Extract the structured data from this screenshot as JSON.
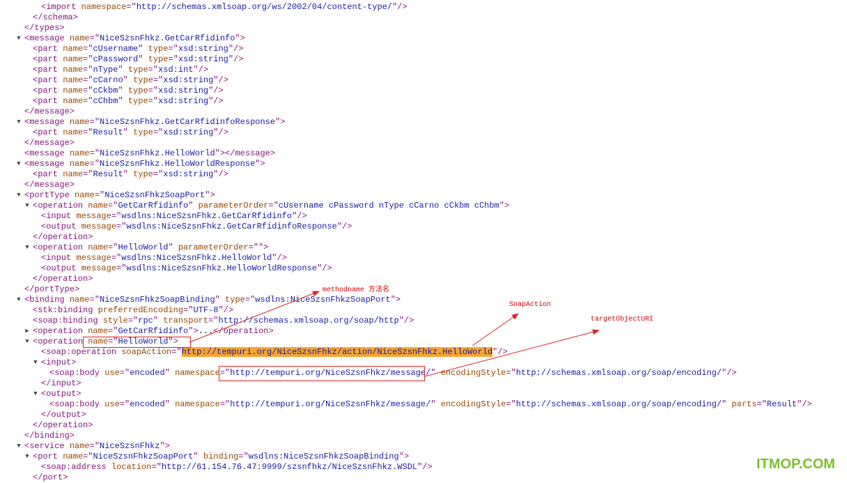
{
  "lines": [
    {
      "indent": 2,
      "toggle": "",
      "parts": [
        [
          "tag",
          "<import "
        ],
        [
          "an",
          "namespace"
        ],
        [
          "tag",
          "=\""
        ],
        [
          "av",
          "http://schemas.xmlsoap.org/ws/2002/04/content-type/"
        ],
        [
          "tag",
          "\"/>"
        ]
      ]
    },
    {
      "indent": 1,
      "toggle": "",
      "parts": [
        [
          "tag",
          "</schema>"
        ]
      ]
    },
    {
      "indent": 0,
      "toggle": "",
      "parts": [
        [
          "tag",
          "</types>"
        ]
      ]
    },
    {
      "indent": 0,
      "toggle": "▼",
      "parts": [
        [
          "tag",
          "<message "
        ],
        [
          "an",
          "name"
        ],
        [
          "tag",
          "=\""
        ],
        [
          "av",
          "NiceSzsnFhkz.GetCarRfidinfo"
        ],
        [
          "tag",
          "\">"
        ]
      ]
    },
    {
      "indent": 1,
      "toggle": "",
      "parts": [
        [
          "tag",
          "<part "
        ],
        [
          "an",
          "name"
        ],
        [
          "tag",
          "=\""
        ],
        [
          "av",
          "cUsername"
        ],
        [
          "tag",
          "\" "
        ],
        [
          "an",
          "type"
        ],
        [
          "tag",
          "=\""
        ],
        [
          "av",
          "xsd:string"
        ],
        [
          "tag",
          "\"/>"
        ]
      ]
    },
    {
      "indent": 1,
      "toggle": "",
      "parts": [
        [
          "tag",
          "<part "
        ],
        [
          "an",
          "name"
        ],
        [
          "tag",
          "=\""
        ],
        [
          "av",
          "cPassword"
        ],
        [
          "tag",
          "\" "
        ],
        [
          "an",
          "type"
        ],
        [
          "tag",
          "=\""
        ],
        [
          "av",
          "xsd:string"
        ],
        [
          "tag",
          "\"/>"
        ]
      ]
    },
    {
      "indent": 1,
      "toggle": "",
      "parts": [
        [
          "tag",
          "<part "
        ],
        [
          "an",
          "name"
        ],
        [
          "tag",
          "=\""
        ],
        [
          "av",
          "nType"
        ],
        [
          "tag",
          "\" "
        ],
        [
          "an",
          "type"
        ],
        [
          "tag",
          "=\""
        ],
        [
          "av",
          "xsd:int"
        ],
        [
          "tag",
          "\"/>"
        ]
      ]
    },
    {
      "indent": 1,
      "toggle": "",
      "parts": [
        [
          "tag",
          "<part "
        ],
        [
          "an",
          "name"
        ],
        [
          "tag",
          "=\""
        ],
        [
          "av",
          "cCarno"
        ],
        [
          "tag",
          "\" "
        ],
        [
          "an",
          "type"
        ],
        [
          "tag",
          "=\""
        ],
        [
          "av",
          "xsd:string"
        ],
        [
          "tag",
          "\"/>"
        ]
      ]
    },
    {
      "indent": 1,
      "toggle": "",
      "parts": [
        [
          "tag",
          "<part "
        ],
        [
          "an",
          "name"
        ],
        [
          "tag",
          "=\""
        ],
        [
          "av",
          "cCkbm"
        ],
        [
          "tag",
          "\" "
        ],
        [
          "an",
          "type"
        ],
        [
          "tag",
          "=\""
        ],
        [
          "av",
          "xsd:string"
        ],
        [
          "tag",
          "\"/>"
        ]
      ]
    },
    {
      "indent": 1,
      "toggle": "",
      "parts": [
        [
          "tag",
          "<part "
        ],
        [
          "an",
          "name"
        ],
        [
          "tag",
          "=\""
        ],
        [
          "av",
          "cChbm"
        ],
        [
          "tag",
          "\" "
        ],
        [
          "an",
          "type"
        ],
        [
          "tag",
          "=\""
        ],
        [
          "av",
          "xsd:string"
        ],
        [
          "tag",
          "\"/>"
        ]
      ]
    },
    {
      "indent": 0,
      "toggle": "",
      "parts": [
        [
          "tag",
          "</message>"
        ]
      ]
    },
    {
      "indent": 0,
      "toggle": "▼",
      "parts": [
        [
          "tag",
          "<message "
        ],
        [
          "an",
          "name"
        ],
        [
          "tag",
          "=\""
        ],
        [
          "av",
          "NiceSzsnFhkz.GetCarRfidinfoResponse"
        ],
        [
          "tag",
          "\">"
        ]
      ]
    },
    {
      "indent": 1,
      "toggle": "",
      "parts": [
        [
          "tag",
          "<part "
        ],
        [
          "an",
          "name"
        ],
        [
          "tag",
          "=\""
        ],
        [
          "av",
          "Result"
        ],
        [
          "tag",
          "\" "
        ],
        [
          "an",
          "type"
        ],
        [
          "tag",
          "=\""
        ],
        [
          "av",
          "xsd:string"
        ],
        [
          "tag",
          "\"/>"
        ]
      ]
    },
    {
      "indent": 0,
      "toggle": "",
      "parts": [
        [
          "tag",
          "</message>"
        ]
      ]
    },
    {
      "indent": 0,
      "toggle": "",
      "parts": [
        [
          "tag",
          "<message "
        ],
        [
          "an",
          "name"
        ],
        [
          "tag",
          "=\""
        ],
        [
          "av",
          "NiceSzsnFhkz.HelloWorld"
        ],
        [
          "tag",
          "\"></message>"
        ]
      ]
    },
    {
      "indent": 0,
      "toggle": "▼",
      "parts": [
        [
          "tag",
          "<message "
        ],
        [
          "an",
          "name"
        ],
        [
          "tag",
          "=\""
        ],
        [
          "av",
          "NiceSzsnFhkz.HelloWorldResponse"
        ],
        [
          "tag",
          "\">"
        ]
      ]
    },
    {
      "indent": 1,
      "toggle": "",
      "parts": [
        [
          "tag",
          "<part "
        ],
        [
          "an",
          "name"
        ],
        [
          "tag",
          "=\""
        ],
        [
          "av",
          "Result"
        ],
        [
          "tag",
          "\" "
        ],
        [
          "an",
          "type"
        ],
        [
          "tag",
          "=\""
        ],
        [
          "av",
          "xsd:string"
        ],
        [
          "tag",
          "\"/>"
        ]
      ]
    },
    {
      "indent": 0,
      "toggle": "",
      "parts": [
        [
          "tag",
          "</message>"
        ]
      ]
    },
    {
      "indent": 0,
      "toggle": "▼",
      "parts": [
        [
          "tag",
          "<portType "
        ],
        [
          "an",
          "name"
        ],
        [
          "tag",
          "=\""
        ],
        [
          "av",
          "NiceSzsnFhkzSoapPort"
        ],
        [
          "tag",
          "\">"
        ]
      ]
    },
    {
      "indent": 1,
      "toggle": "▼",
      "parts": [
        [
          "tag",
          "<operation "
        ],
        [
          "an",
          "name"
        ],
        [
          "tag",
          "=\""
        ],
        [
          "av",
          "GetCarRfidinfo"
        ],
        [
          "tag",
          "\" "
        ],
        [
          "an",
          "parameterOrder"
        ],
        [
          "tag",
          "=\""
        ],
        [
          "av",
          "cUsername cPassword nType cCarno cCkbm cChbm"
        ],
        [
          "tag",
          "\">"
        ]
      ]
    },
    {
      "indent": 2,
      "toggle": "",
      "parts": [
        [
          "tag",
          "<input "
        ],
        [
          "an",
          "message"
        ],
        [
          "tag",
          "=\""
        ],
        [
          "av",
          "wsdlns:NiceSzsnFhkz.GetCarRfidinfo"
        ],
        [
          "tag",
          "\"/>"
        ]
      ]
    },
    {
      "indent": 2,
      "toggle": "",
      "parts": [
        [
          "tag",
          "<output "
        ],
        [
          "an",
          "message"
        ],
        [
          "tag",
          "=\""
        ],
        [
          "av",
          "wsdlns:NiceSzsnFhkz.GetCarRfidinfoResponse"
        ],
        [
          "tag",
          "\"/>"
        ]
      ]
    },
    {
      "indent": 1,
      "toggle": "",
      "parts": [
        [
          "tag",
          "</operation>"
        ]
      ]
    },
    {
      "indent": 1,
      "toggle": "▼",
      "parts": [
        [
          "tag",
          "<operation "
        ],
        [
          "an",
          "name"
        ],
        [
          "tag",
          "=\""
        ],
        [
          "av",
          "HelloWorld"
        ],
        [
          "tag",
          "\" "
        ],
        [
          "an",
          "parameterOrder"
        ],
        [
          "tag",
          "=\"\">"
        ]
      ]
    },
    {
      "indent": 2,
      "toggle": "",
      "parts": [
        [
          "tag",
          "<input "
        ],
        [
          "an",
          "message"
        ],
        [
          "tag",
          "=\""
        ],
        [
          "av",
          "wsdlns:NiceSzsnFhkz.HelloWorld"
        ],
        [
          "tag",
          "\"/>"
        ]
      ]
    },
    {
      "indent": 2,
      "toggle": "",
      "parts": [
        [
          "tag",
          "<output "
        ],
        [
          "an",
          "message"
        ],
        [
          "tag",
          "=\""
        ],
        [
          "av",
          "wsdlns:NiceSzsnFhkz.HelloWorldResponse"
        ],
        [
          "tag",
          "\"/>"
        ]
      ]
    },
    {
      "indent": 1,
      "toggle": "",
      "parts": [
        [
          "tag",
          "</operation>"
        ]
      ]
    },
    {
      "indent": 0,
      "toggle": "",
      "parts": [
        [
          "tag",
          "</portType>"
        ]
      ]
    },
    {
      "indent": 0,
      "toggle": "▼",
      "parts": [
        [
          "tag",
          "<binding "
        ],
        [
          "an",
          "name"
        ],
        [
          "tag",
          "=\""
        ],
        [
          "av",
          "NiceSzsnFhkzSoapBinding"
        ],
        [
          "tag",
          "\" "
        ],
        [
          "an",
          "type"
        ],
        [
          "tag",
          "=\""
        ],
        [
          "av",
          "wsdlns:NiceSzsnFhkzSoapPort"
        ],
        [
          "tag",
          "\">"
        ]
      ]
    },
    {
      "indent": 1,
      "toggle": "",
      "parts": [
        [
          "tag",
          "<stk:binding "
        ],
        [
          "an",
          "preferredEncoding"
        ],
        [
          "tag",
          "=\""
        ],
        [
          "av",
          "UTF-8"
        ],
        [
          "tag",
          "\"/>"
        ]
      ]
    },
    {
      "indent": 1,
      "toggle": "",
      "parts": [
        [
          "tag",
          "<soap:binding "
        ],
        [
          "an",
          "style"
        ],
        [
          "tag",
          "=\""
        ],
        [
          "av",
          "rpc"
        ],
        [
          "tag",
          "\" "
        ],
        [
          "an",
          "transport"
        ],
        [
          "tag",
          "=\""
        ],
        [
          "av",
          "http://schemas.xmlsoap.org/soap/http"
        ],
        [
          "tag",
          "\"/>"
        ]
      ]
    },
    {
      "indent": 1,
      "toggle": "▶",
      "parts": [
        [
          "tag",
          "<operation "
        ],
        [
          "an",
          "name"
        ],
        [
          "tag",
          "=\""
        ],
        [
          "av",
          "GetCarRfidinfo"
        ],
        [
          "tag",
          "\">"
        ],
        [
          "tx",
          "..."
        ],
        [
          "tag",
          "</operation>"
        ]
      ]
    },
    {
      "indent": 1,
      "toggle": "▼",
      "parts": [
        [
          "tag",
          "<operation "
        ],
        [
          "an",
          "name"
        ],
        [
          "tag",
          "=\""
        ],
        [
          "av",
          "HelloWorld"
        ],
        [
          "tag",
          "\">"
        ]
      ]
    },
    {
      "indent": 2,
      "toggle": "",
      "parts": [
        [
          "tag",
          "<soap:operation "
        ],
        [
          "an",
          "soapAction"
        ],
        [
          "tag",
          "=\""
        ],
        [
          "hl",
          "http://tempuri.org/NiceSzsnFhkz/action/NiceSzsnFhkz.HelloWorld"
        ],
        [
          "tag",
          "\"/>"
        ]
      ]
    },
    {
      "indent": 2,
      "toggle": "▼",
      "parts": [
        [
          "tag",
          "<input>"
        ]
      ]
    },
    {
      "indent": 3,
      "toggle": "",
      "parts": [
        [
          "tag",
          "<soap:body "
        ],
        [
          "an",
          "use"
        ],
        [
          "tag",
          "=\""
        ],
        [
          "av",
          "encoded"
        ],
        [
          "tag",
          "\" "
        ],
        [
          "an",
          "namespace"
        ],
        [
          "tag",
          "=\""
        ],
        [
          "av",
          "http://tempuri.org/NiceSzsnFhkz/message/"
        ],
        [
          "tag",
          "\" "
        ],
        [
          "an",
          "encodingStyle"
        ],
        [
          "tag",
          "=\""
        ],
        [
          "av",
          "http://schemas.xmlsoap.org/soap/encoding/"
        ],
        [
          "tag",
          "\"/>"
        ]
      ]
    },
    {
      "indent": 2,
      "toggle": "",
      "parts": [
        [
          "tag",
          "</input>"
        ]
      ]
    },
    {
      "indent": 2,
      "toggle": "▼",
      "parts": [
        [
          "tag",
          "<output>"
        ]
      ]
    },
    {
      "indent": 3,
      "toggle": "",
      "parts": [
        [
          "tag",
          "<soap:body "
        ],
        [
          "an",
          "use"
        ],
        [
          "tag",
          "=\""
        ],
        [
          "av",
          "encoded"
        ],
        [
          "tag",
          "\" "
        ],
        [
          "an",
          "namespace"
        ],
        [
          "tag",
          "=\""
        ],
        [
          "av",
          "http://tempuri.org/NiceSzsnFhkz/message/"
        ],
        [
          "tag",
          "\" "
        ],
        [
          "an",
          "encodingStyle"
        ],
        [
          "tag",
          "=\""
        ],
        [
          "av",
          "http://schemas.xmlsoap.org/soap/encoding/"
        ],
        [
          "tag",
          "\" "
        ],
        [
          "an",
          "parts"
        ],
        [
          "tag",
          "=\""
        ],
        [
          "av",
          "Result"
        ],
        [
          "tag",
          "\"/>"
        ]
      ]
    },
    {
      "indent": 2,
      "toggle": "",
      "parts": [
        [
          "tag",
          "</output>"
        ]
      ]
    },
    {
      "indent": 1,
      "toggle": "",
      "parts": [
        [
          "tag",
          "</operation>"
        ]
      ]
    },
    {
      "indent": 0,
      "toggle": "",
      "parts": [
        [
          "tag",
          "</binding>"
        ]
      ]
    },
    {
      "indent": 0,
      "toggle": "▼",
      "parts": [
        [
          "tag",
          "<service "
        ],
        [
          "an",
          "name"
        ],
        [
          "tag",
          "=\""
        ],
        [
          "av",
          "NiceSzsnFhkz"
        ],
        [
          "tag",
          "\">"
        ]
      ]
    },
    {
      "indent": 1,
      "toggle": "▼",
      "parts": [
        [
          "tag",
          "<port "
        ],
        [
          "an",
          "name"
        ],
        [
          "tag",
          "=\""
        ],
        [
          "av",
          "NiceSzsnFhkzSoapPort"
        ],
        [
          "tag",
          "\" "
        ],
        [
          "an",
          "binding"
        ],
        [
          "tag",
          "=\""
        ],
        [
          "av",
          "wsdlns:NiceSzsnFhkzSoapBinding"
        ],
        [
          "tag",
          "\">"
        ]
      ]
    },
    {
      "indent": 2,
      "toggle": "",
      "parts": [
        [
          "tag",
          "<soap:address "
        ],
        [
          "an",
          "location"
        ],
        [
          "tag",
          "=\""
        ],
        [
          "av",
          "http://61.154.76.47:9999/szsnfhkz/NiceSzsnFhkz.WSDL"
        ],
        [
          "tag",
          "\"/>"
        ]
      ]
    },
    {
      "indent": 1,
      "toggle": "",
      "parts": [
        [
          "tag",
          "</port>"
        ]
      ]
    }
  ],
  "annotations": {
    "methodname": "methodname 方法名",
    "soapaction": "SoapAction",
    "targetobjecturi": "targetObjectURI"
  },
  "colors": {
    "tag": "#881280",
    "attr_name": "#994500",
    "attr_value": "#1a1aa6",
    "highlight": "#f6a532",
    "annotation_red": "#e02020",
    "watermark": "#7bbf2f"
  },
  "watermark": "ITMOP.COM"
}
